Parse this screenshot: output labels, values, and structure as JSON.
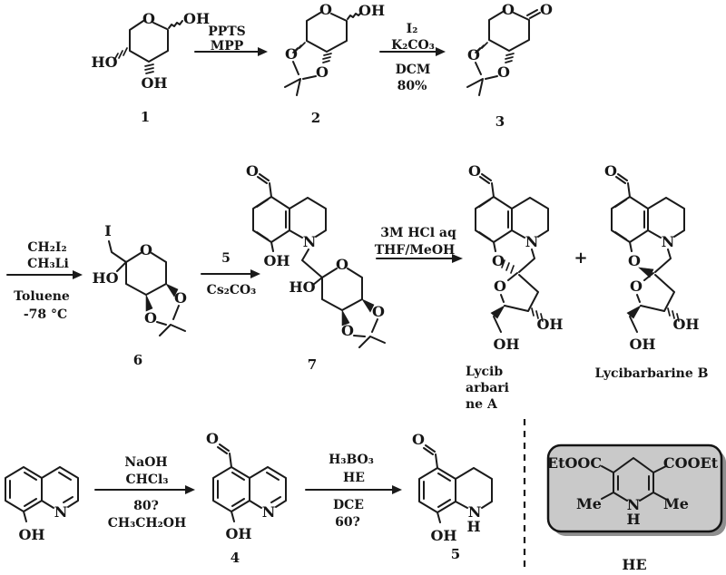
{
  "figure": {
    "background": "#ffffff",
    "ink": "#1a1a1a",
    "he_box_fill": "#c9c9c9",
    "he_box_shadow": "#8f8f8f"
  },
  "row1": {
    "compound1": {
      "ring_o": "O",
      "anomeric_oh": "OH",
      "ho": "HO",
      "bottom_oh": "OH",
      "number": "1"
    },
    "step_1_2": {
      "line1": "PPTS",
      "line2": "MPP"
    },
    "compound2": {
      "ring_o": "O",
      "anomeric_oh": "OH",
      "o1": "O",
      "o2": "O",
      "number": "2"
    },
    "step_2_3": {
      "line1": "I₂",
      "line2": "K₂CO₃",
      "line3": "DCM",
      "line4": "80%"
    },
    "compound3": {
      "ring_o": "O",
      "carbonyl_o": "O",
      "o1": "O",
      "o2": "O",
      "number": "3"
    }
  },
  "row2": {
    "step_to_6": {
      "line1": "CH₂I₂",
      "line2": "CH₃Li",
      "line3": "Toluene",
      "line4": "-78 °C"
    },
    "compound6": {
      "iodine": "I",
      "ring_o": "O",
      "ho": "HO",
      "o1": "O",
      "o2": "O",
      "number": "6"
    },
    "step_6_7": {
      "line1": "5",
      "line2": "Cs₂CO₃"
    },
    "compound7": {
      "aldehyde_o": "O",
      "n": "N",
      "phenol_oh": "OH",
      "ring_o": "O",
      "ho": "HO",
      "o1": "O",
      "o2": "O",
      "number": "7"
    },
    "step_7_products": {
      "line1": "3M HCl aq",
      "line2": "THF/MeOH"
    },
    "lycibarbarine_a": {
      "aldehyde_o": "O",
      "n": "N",
      "oxazine_o": "O",
      "furanose_o": "O",
      "oh_side": "OH",
      "oh_bottom": "OH",
      "name_line1": "Lycib",
      "name_line2": "arbari",
      "name_line3": "ne A"
    },
    "plus_sign": "+",
    "lycibarbarine_b": {
      "aldehyde_o": "O",
      "n": "N",
      "oxazine_o": "O",
      "furanose_o": "O",
      "oh_side": "OH",
      "oh_bottom": "OH",
      "name": "Lycibarbarine B"
    }
  },
  "row3": {
    "hydroxyquinoline": {
      "n": "N",
      "oh": "OH"
    },
    "step_hq_4": {
      "line1": "NaOH",
      "line2": "CHCl₃",
      "line3": "80?",
      "line4": "CH₃CH₂OH"
    },
    "compound4": {
      "aldehyde_o": "O",
      "n": "N",
      "oh": "OH",
      "number": "4"
    },
    "step_4_5": {
      "line1": "H₃BO₃",
      "line2": "HE",
      "line3": "DCE",
      "line4": "60?"
    },
    "compound5": {
      "aldehyde_o": "O",
      "n": "N",
      "nh": "H",
      "oh": "OH",
      "number": "5"
    },
    "he_box": {
      "ester_left": "EtOOC",
      "ester_right": "COOEt",
      "me_left": "Me",
      "me_right": "Me",
      "n": "N",
      "h": "H",
      "label": "HE"
    }
  }
}
